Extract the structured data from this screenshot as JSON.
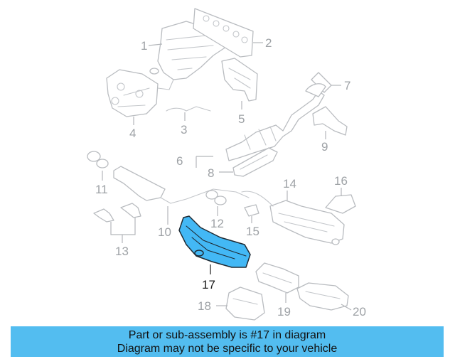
{
  "diagram": {
    "callouts": [
      "1",
      "2",
      "3",
      "4",
      "5",
      "6",
      "7",
      "8",
      "9",
      "10",
      "11",
      "12",
      "13",
      "14",
      "15",
      "16",
      "17",
      "18",
      "19",
      "20"
    ],
    "highlighted_part": "17"
  },
  "banner": {
    "line1": "Part or sub-assembly is #17 in diagram",
    "line2": "Diagram may not be specific to your vehicle"
  },
  "colors": {
    "highlight_fill": "#43b8f5",
    "banner_background": "#53bdf0",
    "part_outline": "#b9bcc0"
  }
}
